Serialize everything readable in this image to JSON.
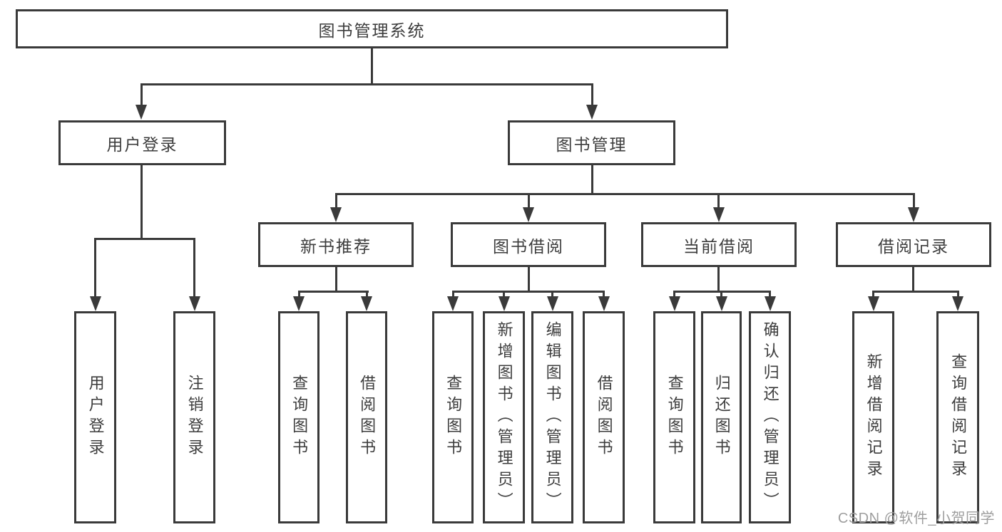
{
  "diagram": {
    "title": "图书管理系统",
    "branches": [
      {
        "label": "用户登录",
        "children": [
          {
            "label": "用户登录"
          },
          {
            "label": "注销登录"
          }
        ]
      },
      {
        "label": "图书管理",
        "groups": [
          {
            "label": "新书推荐",
            "children": [
              {
                "label": "查询图书"
              },
              {
                "label": "借阅图书"
              }
            ]
          },
          {
            "label": "图书借阅",
            "children": [
              {
                "label": "查询图书"
              },
              {
                "label": "新增图书（管理员）"
              },
              {
                "label": "编辑图书（管理员）"
              },
              {
                "label": "借阅图书"
              }
            ]
          },
          {
            "label": "当前借阅",
            "children": [
              {
                "label": "查询图书"
              },
              {
                "label": "归还图书"
              },
              {
                "label": "确认归还（管理员）"
              }
            ]
          },
          {
            "label": "借阅记录",
            "children": [
              {
                "label": "新增借阅记录"
              },
              {
                "label": "查询借阅记录"
              }
            ]
          }
        ]
      }
    ],
    "watermark": "CSDN @软件_小贺同学"
  },
  "colors": {
    "line": "#3a3a3a",
    "text": "#3d3d3d",
    "watermark": "#9e9e9e",
    "background": "#ffffff"
  }
}
